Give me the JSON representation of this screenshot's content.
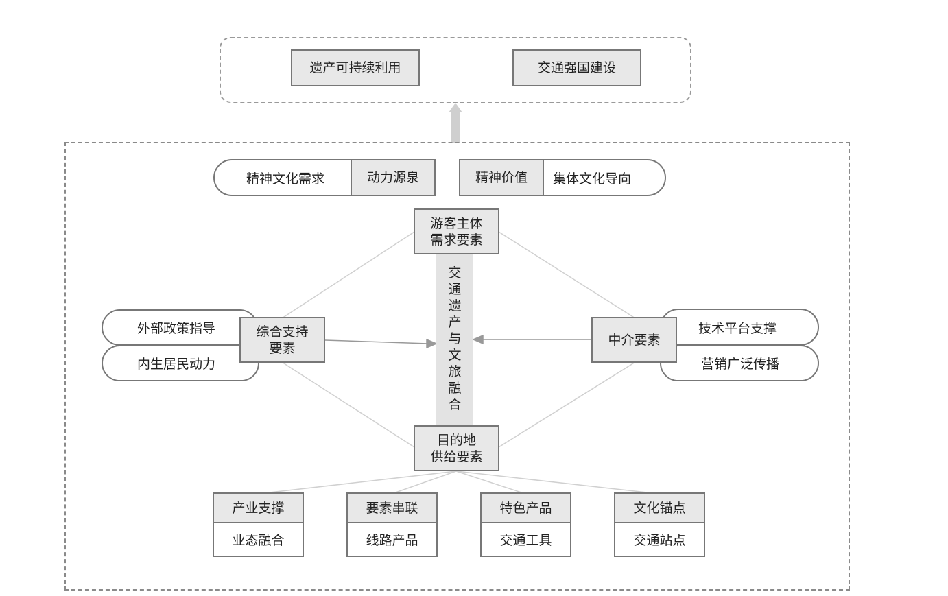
{
  "goals": {
    "left": "遗产可持续利用",
    "right": "交通强国建设"
  },
  "top_row": {
    "need_label": "精神文化需求",
    "power_label": "动力源泉",
    "value_label": "精神价值",
    "orient_label": "集体文化导向"
  },
  "center": {
    "tourist_lines": [
      "游客主体",
      "需求要素"
    ],
    "vertical_chars": [
      "交",
      "通",
      "遗",
      "产",
      "与",
      "文",
      "旅",
      "融",
      "合"
    ],
    "destination_lines": [
      "目的地",
      "供给要素"
    ]
  },
  "left_side": {
    "support_lines": [
      "综合支持",
      "要素"
    ],
    "policy": "外部政策指导",
    "resident": "内生居民动力"
  },
  "right_side": {
    "intermediary": "中介要素",
    "tech": "技术平台支撑",
    "marketing": "营销广泛传播"
  },
  "bottom_groups": [
    {
      "top": "产业支撑",
      "bottom": "业态融合"
    },
    {
      "top": "要素串联",
      "bottom": "线路产品"
    },
    {
      "top": "特色产品",
      "bottom": "交通工具"
    },
    {
      "top": "文化锚点",
      "bottom": "交通站点"
    }
  ]
}
